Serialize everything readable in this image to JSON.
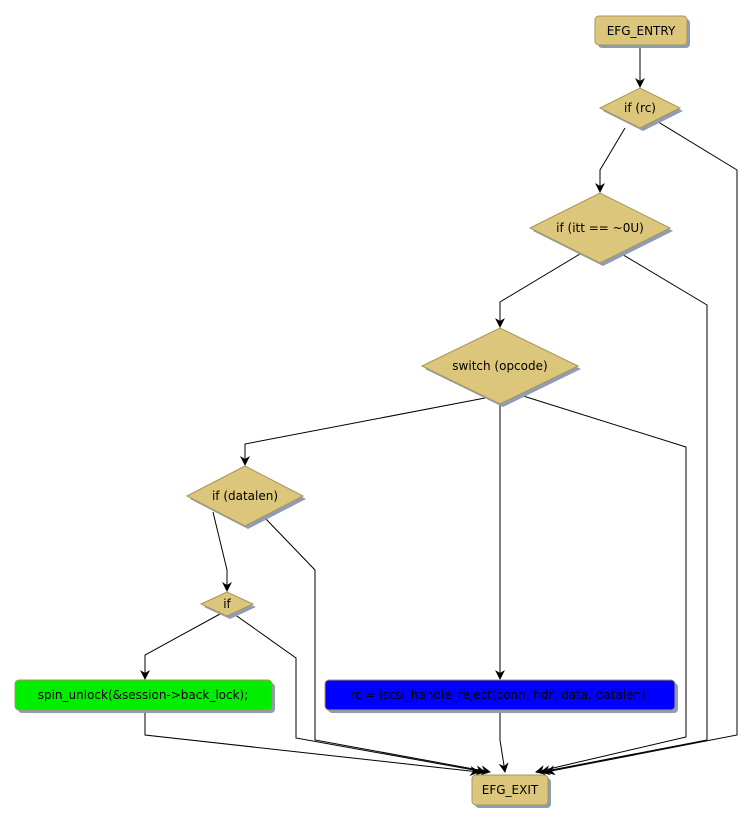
{
  "diagram": {
    "colors": {
      "default_fill": "#dcc67c",
      "green_fill": "#00ee00",
      "blue_fill": "#0000ff"
    },
    "nodes": {
      "entry": {
        "label": "EFG_ENTRY",
        "shape": "rounded-rect"
      },
      "if_rc": {
        "label": "if (rc)",
        "shape": "diamond"
      },
      "if_itt": {
        "label": "if (itt == ~0U)",
        "shape": "diamond"
      },
      "switch_opcode": {
        "label": "switch (opcode)",
        "shape": "diamond"
      },
      "if_datalen": {
        "label": "if (datalen)",
        "shape": "diamond"
      },
      "if_plain": {
        "label": "if",
        "shape": "diamond"
      },
      "spin_unlock": {
        "label": "spin_unlock(&session->back_lock);",
        "shape": "rounded-rect"
      },
      "handle_reject": {
        "label": "rc = iscsi_handle_reject(conn, hdr, data, datalen);",
        "shape": "rounded-rect"
      },
      "exit": {
        "label": "EFG_EXIT",
        "shape": "rounded-rect"
      }
    },
    "edges": [
      [
        "entry",
        "if_rc"
      ],
      [
        "if_rc",
        "if_itt"
      ],
      [
        "if_rc",
        "exit"
      ],
      [
        "if_itt",
        "switch_opcode"
      ],
      [
        "if_itt",
        "exit"
      ],
      [
        "switch_opcode",
        "if_datalen"
      ],
      [
        "switch_opcode",
        "handle_reject"
      ],
      [
        "switch_opcode",
        "exit"
      ],
      [
        "if_datalen",
        "if_plain"
      ],
      [
        "if_datalen",
        "exit"
      ],
      [
        "if_plain",
        "spin_unlock"
      ],
      [
        "if_plain",
        "exit"
      ],
      [
        "spin_unlock",
        "exit"
      ],
      [
        "handle_reject",
        "exit"
      ]
    ]
  }
}
